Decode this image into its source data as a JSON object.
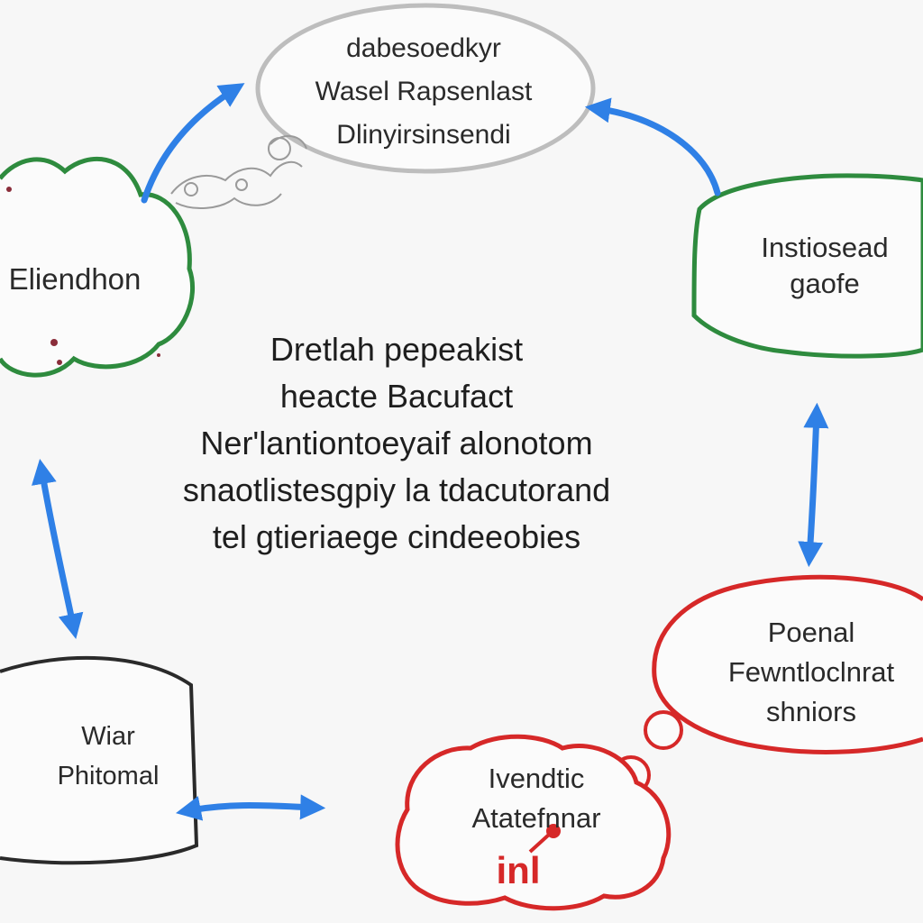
{
  "colors": {
    "green": "#2e8b3e",
    "red": "#d62828",
    "gray": "#bdbdbd",
    "dark": "#2a2a2a",
    "blue": "#2f80e6"
  },
  "nodes": {
    "top": {
      "lines": [
        "dabesoedkyr",
        "Wasel Rapsenlast",
        "Dlinyirsinsendi"
      ]
    },
    "left_cloud": {
      "lines": [
        "Eliendhon"
      ]
    },
    "right": {
      "lines": [
        "Instiosead",
        "gaofe"
      ]
    },
    "center": {
      "lines": [
        "Dretlah pepeakist",
        "heacte Bacufact",
        "Ner'lantiontoeyaif alonotom",
        "snaotlistesgpiy la tdacutorand",
        "tel gtieriaege cindeeobies"
      ]
    },
    "bottom_left": {
      "lines": [
        "Wiar",
        "Phitomal"
      ]
    },
    "bottom_right": {
      "lines": [
        "Poenal",
        "Fewntloclnrat",
        "shniors"
      ]
    },
    "bottom_center": {
      "lines": [
        "Ivendtic",
        "Atatefnnar"
      ],
      "red_text": "inl"
    }
  }
}
